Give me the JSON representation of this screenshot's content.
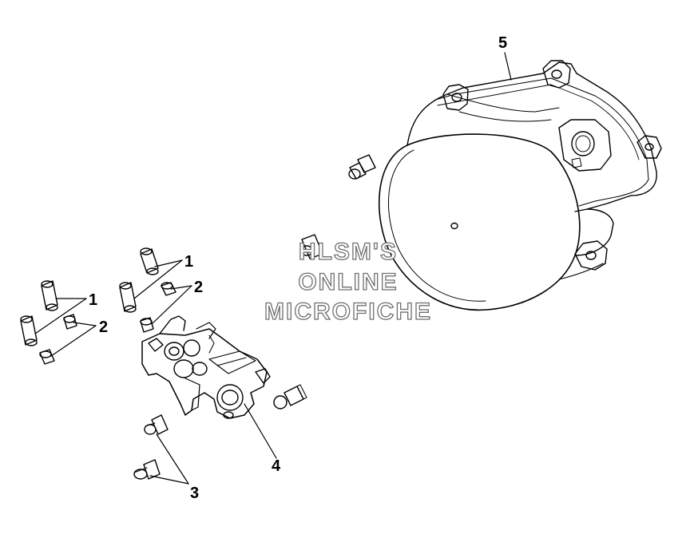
{
  "callouts": {
    "c1a": "1",
    "c1b": "1",
    "c2a": "2",
    "c2b": "2",
    "c3": "3",
    "c4": "4",
    "c5": "5"
  },
  "watermark": {
    "line1": "HLSM'S",
    "line2": "ONLINE",
    "line3": "MICROFICHE"
  }
}
